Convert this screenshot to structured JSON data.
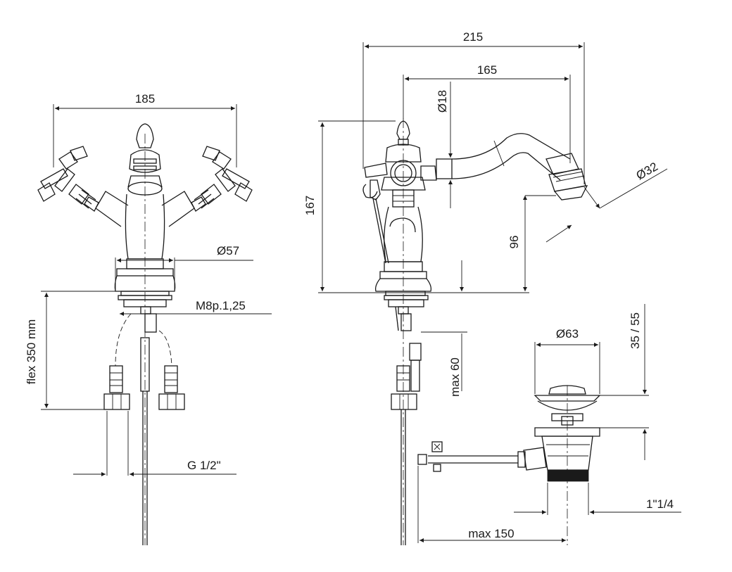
{
  "drawing": {
    "front_view": {
      "width_185": "185",
      "diam_57": "Ø57",
      "thread_m8": "M8p.1,25",
      "flex_hose": "flex 350 mm",
      "inlet_g12": "G 1/2\""
    },
    "side_view": {
      "width_215": "215",
      "reach_165": "165",
      "diam_18": "Ø18",
      "height_167": "167",
      "diam_32": "Ø32",
      "height_96": "96"
    },
    "waste": {
      "max_60": "max 60",
      "diam_63": "Ø63",
      "range_35_55": "35 / 55",
      "thread_1_1_4": "1\"1/4",
      "max_150": "max 150"
    }
  }
}
